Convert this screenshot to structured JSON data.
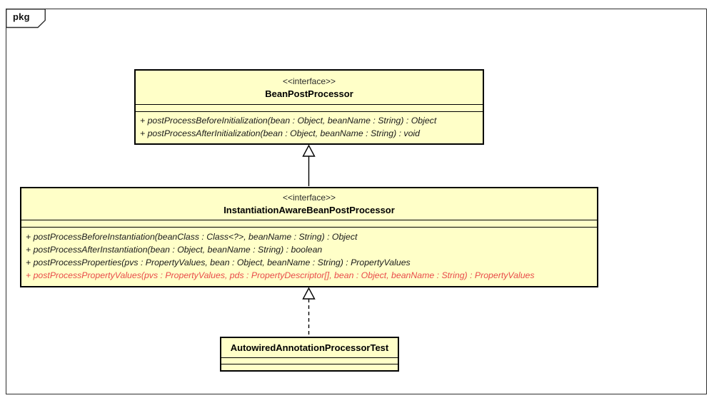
{
  "frame": {
    "tab_label": "pkg"
  },
  "colors": {
    "box_fill": "#FFFFC8",
    "box_border": "#000000",
    "frame_border": "#2e2e2e",
    "deprecated_text": "#E94A49"
  },
  "classes": [
    {
      "stereotype": "<<interface>>",
      "name": "BeanPostProcessor",
      "methods": [
        "+ postProcessBeforeInitialization(bean : Object, beanName : String) : Object",
        "+ postProcessAfterInitialization(bean : Object, beanName : String) : void"
      ]
    },
    {
      "stereotype": "<<interface>>",
      "name": "InstantiationAwareBeanPostProcessor",
      "methods": [
        "+ postProcessBeforeInstantiation(beanClass : Class<?>, beanName : String) : Object",
        "+ postProcessAfterInstantiation(bean : Object, beanName : String) : boolean",
        "+ postProcessProperties(pvs : PropertyValues, bean : Object, beanName : String) : PropertyValues",
        "+ postProcessPropertyValues(pvs : PropertyValues, pds : PropertyDescriptor[], bean : Object, beanName : String) : PropertyValues"
      ]
    },
    {
      "stereotype": "",
      "name": "AutowiredAnnotationProcessorTest",
      "methods": []
    }
  ],
  "relationships": [
    {
      "type": "generalization",
      "from": "InstantiationAwareBeanPostProcessor",
      "to": "BeanPostProcessor",
      "line": "solid",
      "arrowhead": "hollow-triangle"
    },
    {
      "type": "realization",
      "from": "AutowiredAnnotationProcessorTest",
      "to": "InstantiationAwareBeanPostProcessor",
      "line": "dashed",
      "arrowhead": "hollow-triangle"
    }
  ]
}
